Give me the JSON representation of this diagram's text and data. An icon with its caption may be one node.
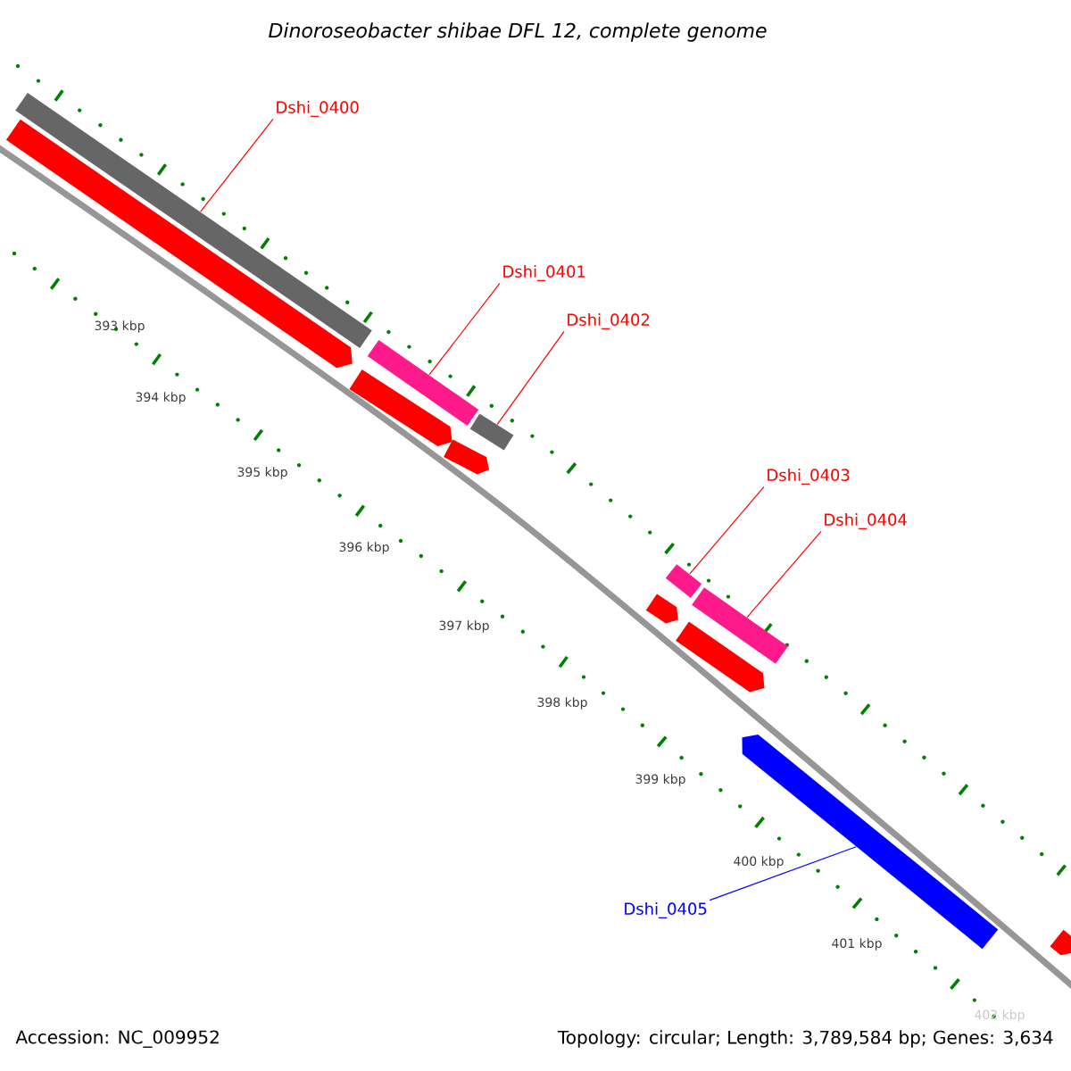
{
  "diagram": {
    "title": "Dinoroseobacter shibae DFL 12, complete genome",
    "nodes": [
      {
        "text": [
          "Dshi_0400"
        ]
      },
      {
        "text": [],
        "shape": "bar"
      },
      {
        "text": [],
        "shape": "arrow"
      },
      {
        "text": [
          "Dshi_0401"
        ]
      },
      {
        "text": [],
        "shape": "bar"
      },
      {
        "text": [
          "Dshi_0402"
        ]
      },
      {
        "text": [],
        "shape": "bar"
      },
      {
        "text": [],
        "shape": "arrow"
      },
      {
        "text": [],
        "shape": "arrow"
      },
      {
        "text": [
          "Dshi_0403"
        ]
      },
      {
        "text": [],
        "shape": "bar"
      },
      {
        "text": [
          "Dshi_0404"
        ]
      },
      {
        "text": [],
        "shape": "bar"
      },
      {
        "text": [],
        "shape": "arrow"
      },
      {
        "text": [],
        "shape": "arrow"
      },
      {
        "text": [],
        "shape": "arrow"
      },
      {
        "text": [
          "Dshi_0405"
        ]
      },
      {
        "text": [],
        "shape": "arrow"
      }
    ],
    "edges": [
      {
        "from": 0,
        "to": 1,
        "arrow": "none"
      },
      {
        "from": 3,
        "to": 4,
        "arrow": "none"
      },
      {
        "from": 5,
        "to": 6,
        "arrow": "none"
      },
      {
        "from": 9,
        "to": 10,
        "arrow": "none"
      },
      {
        "from": 11,
        "to": 12,
        "arrow": "none"
      },
      {
        "from": 16,
        "to": 15,
        "arrow": "none",
        "color": "#0000ff"
      }
    ],
    "labels": [
      "393 kbp",
      "394 kbp",
      "395 kbp",
      "396 kbp",
      "397 kbp",
      "398 kbp",
      "399 kbp",
      "400 kbp",
      "401 kbp",
      "402 kbp",
      "Accession: NC_009952",
      "Topology: circular; Length: 3,789,584 bp; Genes: 3,634"
    ]
  }
}
